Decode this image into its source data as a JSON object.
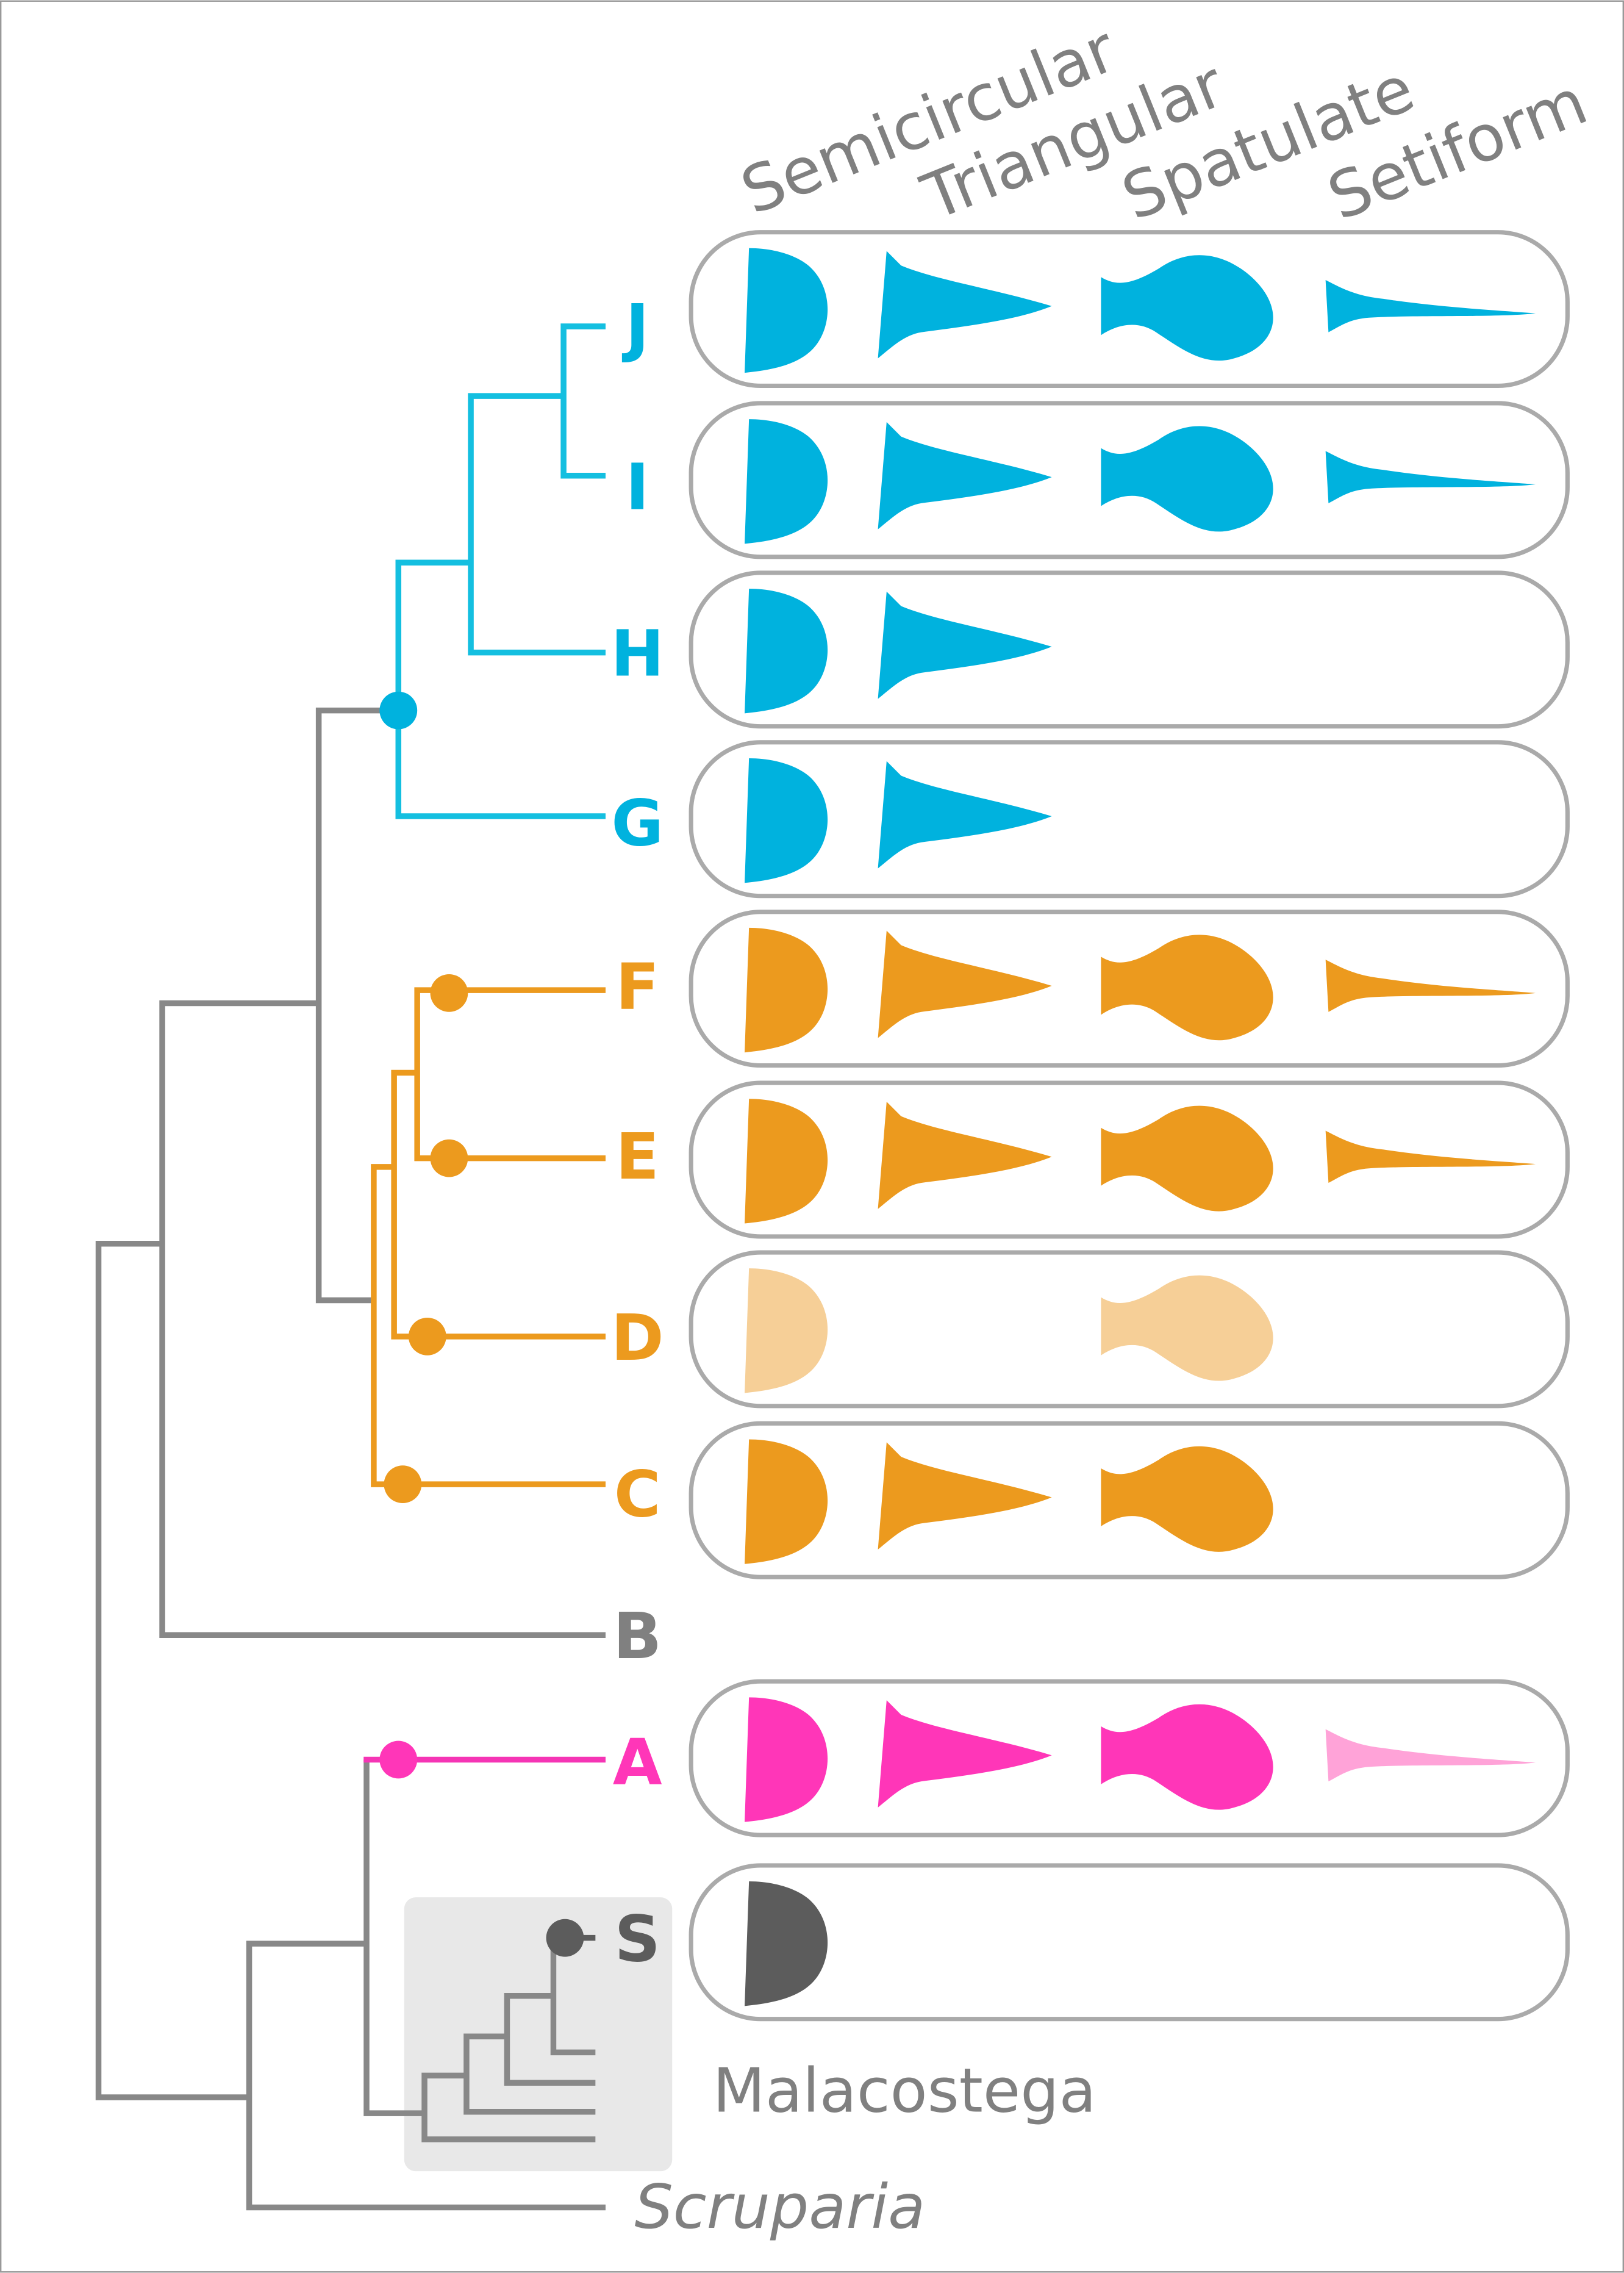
{
  "columns": [
    "Semicircular",
    "Triangular",
    "Spatulate",
    "Setiform"
  ],
  "colors": {
    "blue": "#00b2de",
    "blue_line": "#14bfe0",
    "orange": "#ec9a1e",
    "orange_light": "#f6cf97",
    "pink": "#ff36b8",
    "pink_light": "#ffa3d8",
    "dark": "#5c5c5c",
    "gray_line": "#888888"
  },
  "taxa": [
    {
      "label": "J",
      "color": "#00b2de",
      "shapes": {
        "semicircular": "#00b2de",
        "triangular": "#00b2de",
        "spatulate": "#00b2de",
        "setiform": "#00b2de"
      }
    },
    {
      "label": "I",
      "color": "#00b2de",
      "shapes": {
        "semicircular": "#00b2de",
        "triangular": "#00b2de",
        "spatulate": "#00b2de",
        "setiform": "#00b2de"
      }
    },
    {
      "label": "H",
      "color": "#00b2de",
      "shapes": {
        "semicircular": "#00b2de",
        "triangular": "#00b2de"
      }
    },
    {
      "label": "G",
      "color": "#00b2de",
      "shapes": {
        "semicircular": "#00b2de",
        "triangular": "#00b2de"
      }
    },
    {
      "label": "F",
      "color": "#ec9a1e",
      "shapes": {
        "semicircular": "#ec9a1e",
        "triangular": "#ec9a1e",
        "spatulate": "#ec9a1e",
        "setiform": "#ec9a1e"
      }
    },
    {
      "label": "E",
      "color": "#ec9a1e",
      "shapes": {
        "semicircular": "#ec9a1e",
        "triangular": "#ec9a1e",
        "spatulate": "#ec9a1e",
        "setiform": "#ec9a1e"
      }
    },
    {
      "label": "D",
      "color": "#ec9a1e",
      "shapes": {
        "semicircular": "#f6cf97",
        "spatulate": "#f6cf97"
      }
    },
    {
      "label": "C",
      "color": "#ec9a1e",
      "shapes": {
        "semicircular": "#ec9a1e",
        "triangular": "#ec9a1e",
        "spatulate": "#ec9a1e"
      }
    },
    {
      "label": "B",
      "color": "#808080",
      "shapes": null
    },
    {
      "label": "A",
      "color": "#ff36b8",
      "shapes": {
        "semicircular": "#ff36b8",
        "triangular": "#ff36b8",
        "spatulate": "#ff36b8",
        "setiform": "#ffa3d8"
      }
    },
    {
      "label": "S",
      "color": "#5c5c5c",
      "shapes": {
        "semicircular": "#5c5c5c"
      }
    }
  ],
  "groups": {
    "malacostega": "Malacostega",
    "scruparia": "Scruparia"
  }
}
